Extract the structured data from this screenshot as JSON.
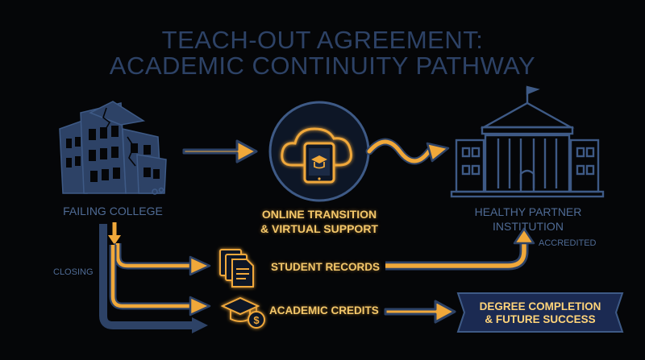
{
  "title": {
    "line1": "TEACH-OUT AGREEMENT:",
    "line2": "ACADEMIC CONTINUITY PATHWAY"
  },
  "nodes": {
    "failing_college": {
      "label": "FAILING COLLEGE",
      "icon": "crumbling-building-icon"
    },
    "online_transition": {
      "label_line1": "ONLINE TRANSITION",
      "label_line2": "& VIRTUAL SUPPORT",
      "icon": "cloud-tablet-icon"
    },
    "partner_institution": {
      "label_line1": "HEALTHY PARTNER",
      "label_line2": "INSTITUTION",
      "icon": "university-building-icon"
    }
  },
  "branches": {
    "closing": "CLOSING",
    "accredited": "ACCREDITED",
    "student_records": {
      "label": "STUDENT RECORDS",
      "icon": "documents-icon"
    },
    "academic_credits": {
      "label": "ACADEMIC CREDITS",
      "icon": "graduation-cap-dollar-icon"
    }
  },
  "outcome": {
    "line1": "DEGREE COMPLETION",
    "line2": "& FUTURE SUCCESS"
  },
  "colors": {
    "background": "#050608",
    "navy": "#2d4266",
    "steel_blue": "#4f6b95",
    "gold": "#f0a83a",
    "gold_light": "#ffd47a"
  }
}
